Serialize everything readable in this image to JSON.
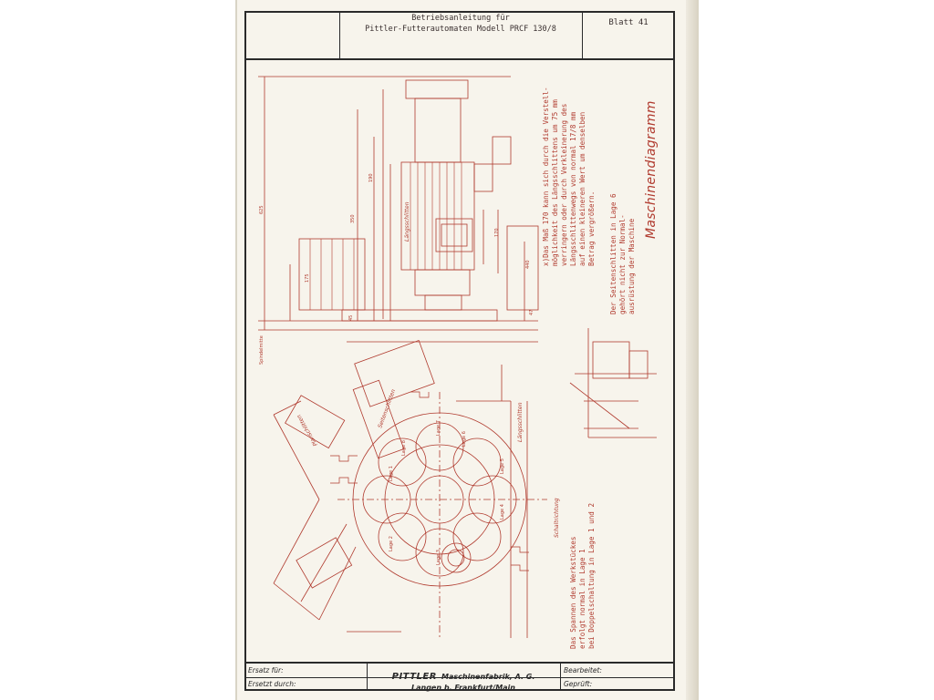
{
  "header": {
    "title_line1": "Betriebsanleitung für",
    "title_line2": "Pittler-Futterautomaten Modell PRCF 130/8",
    "sheet": "Blatt 41"
  },
  "drawing": {
    "note_x_line1": "x)Das Maß 170 kann sich durch die Verstell-",
    "note_x_line2": "möglichkeit des Längsschlittens um 75 mm",
    "note_x_line3": "verringern oder durch Verkleinerung des",
    "note_x_line4": "Längsschlittenwegs von normal 17/8 mm",
    "note_x_line5": "auf einen kleineren Wert um denselben",
    "note_x_line6": "Betrag vergrößern.",
    "note_side_line1": "Der Seitenschlitten in Lage 6",
    "note_side_line2": "gehört nicht zur Normal-",
    "note_side_line3": "ausrüstung der Maschine",
    "diagram_title": "Maschinendiagramm",
    "note_clamp_line1": "Das Spannen des Werkstückes",
    "note_clamp_line2": "erfolgt normal in Lage 1",
    "note_clamp_line3": "bei Doppelschaltung in Lage 1 und 2",
    "label_laengsschlitten": "Längsschlitten",
    "label_seitenschlitten": "Seitenschlitten",
    "label_planschlitten": "Planschlitten",
    "label_schaltrichtung": "Schaltrichtung",
    "label_spindelmitte": "Spindelmitte",
    "dim_625": "625",
    "dim_175": "175",
    "dim_350": "350",
    "dim_440": "440",
    "dim_190": "190",
    "dim_45": "45",
    "dim_170": "170",
    "dim_47": "47",
    "lage_1": "Lage 1",
    "lage_2": "Lage 2",
    "lage_3": "Lage 3",
    "lage_4": "Lage 4",
    "lage_5": "Lage 5",
    "lage_6": "Lage 6",
    "lage_7": "Lage 7",
    "lage_8": "Lage 8"
  },
  "footer": {
    "ersatz_fuer": "Ersatz für:",
    "ersetzt_durch": "Ersetzt durch:",
    "brand": "PITTLER",
    "firm": "Maschinenfabrik, A. G.",
    "city": "Langen b. Frankfurt/Main",
    "bearbeitet": "Bearbeitet:",
    "geprueft": "Geprüft:"
  },
  "colors": {
    "drawing_ink": "#b03a2e",
    "frame_ink": "#2a2a2a",
    "paper": "#f7f4ec"
  }
}
